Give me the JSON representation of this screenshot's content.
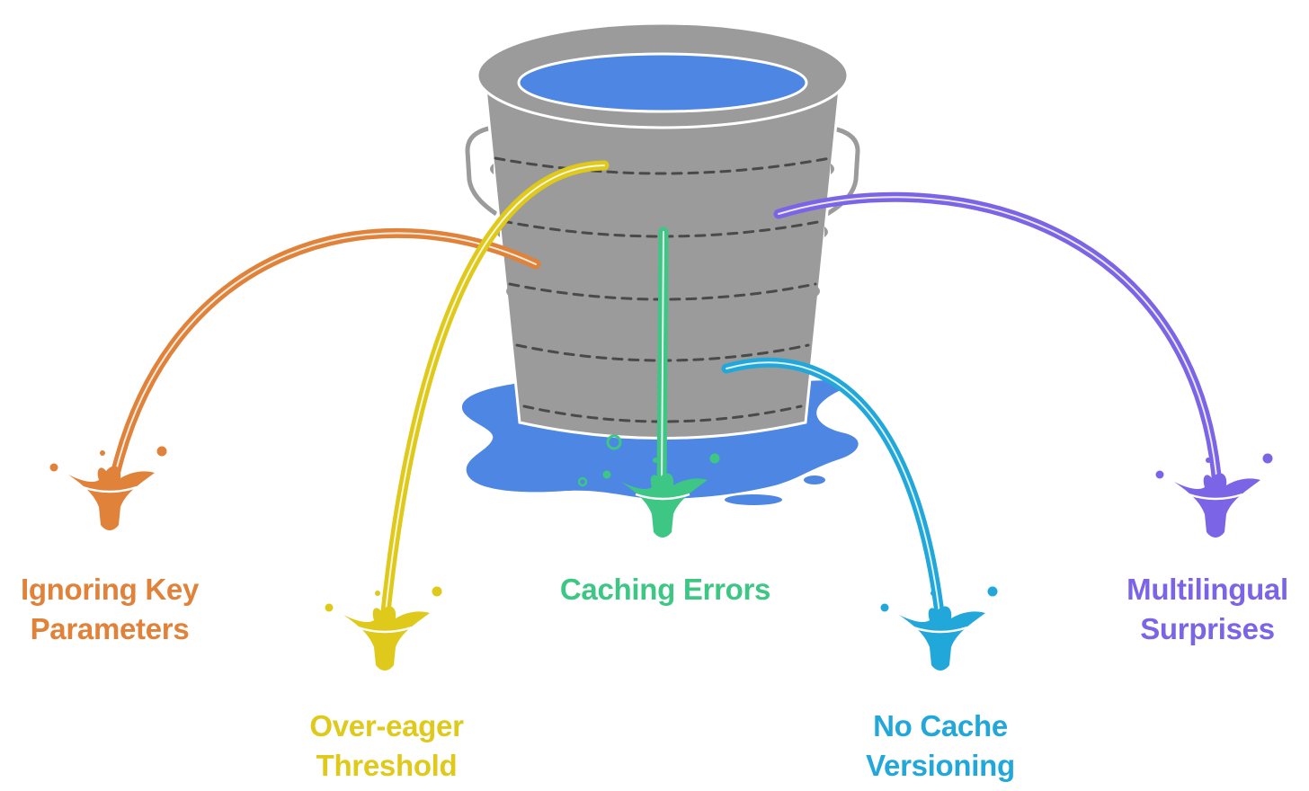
{
  "colors": {
    "bucket": "#9b9b9b",
    "bucket_outline": "#ffffff",
    "water": "#4d86e3",
    "dash": "#4a4a4a",
    "ignoring_key_parameters": "#e0823a",
    "over_eager_threshold": "#dfc91a",
    "caching_errors": "#3ec784",
    "no_cache_versioning": "#22a7da",
    "multilingual_surprises": "#7b64e6"
  },
  "leaks": [
    {
      "id": "ignoring-key-parameters",
      "lines": [
        "Ignoring Key",
        "Parameters"
      ],
      "color": "#e0823a"
    },
    {
      "id": "over-eager-threshold",
      "lines": [
        "Over-eager",
        "Threshold"
      ],
      "color": "#dfc91a"
    },
    {
      "id": "caching-errors",
      "lines": [
        "Caching Errors"
      ],
      "color": "#3ec784"
    },
    {
      "id": "no-cache-versioning",
      "lines": [
        "No Cache",
        "Versioning"
      ],
      "color": "#22a7da"
    },
    {
      "id": "multilingual-surprises",
      "lines": [
        "Multilingual",
        "Surprises"
      ],
      "color": "#7b64e6"
    }
  ]
}
